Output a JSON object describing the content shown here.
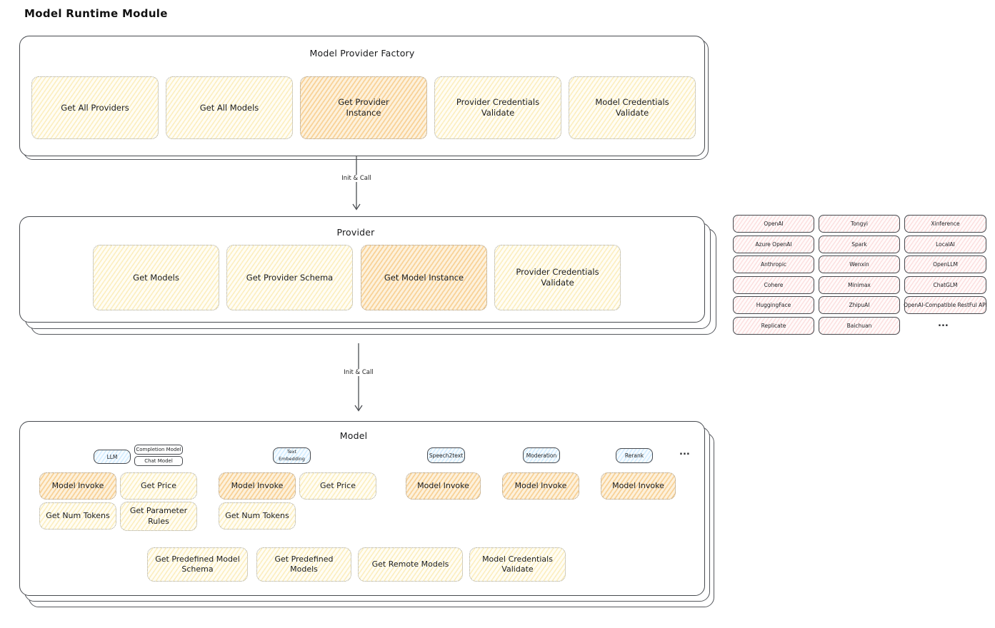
{
  "title": "Model Runtime Module",
  "palette": {
    "outline": "#46494e",
    "yellow": "#ffec99",
    "orange": "#ffc078",
    "pink": "#ffc9c9",
    "blue": "#a5d8ff"
  },
  "arrow1": {
    "label": "Init & Call"
  },
  "arrow2": {
    "label": "Init & Call"
  },
  "factory": {
    "title": "Model Provider Factory",
    "boxes": [
      {
        "label": "Get All Providers"
      },
      {
        "label": "Get All Models"
      },
      {
        "label": "Get Provider Instance",
        "highlight": true
      },
      {
        "label": "Provider Credentials Validate"
      },
      {
        "label": "Model Credentials Validate"
      }
    ]
  },
  "provider": {
    "title": "Provider",
    "boxes": [
      {
        "label": "Get Models"
      },
      {
        "label": "Get Provider Schema"
      },
      {
        "label": "Get Model Instance",
        "highlight": true
      },
      {
        "label": "Provider Credentials Validate"
      }
    ]
  },
  "providers_list": {
    "columns": [
      [
        "OpenAI",
        "Azure OpenAI",
        "Anthropic",
        "Cohere",
        "HuggingFace",
        "Replicate"
      ],
      [
        "Tongyi",
        "Spark",
        "Wenxin",
        "Minimax",
        "ZhipuAI",
        "Baichuan"
      ],
      [
        "Xinference",
        "LocalAI",
        "OpenLLM",
        "ChatGLM",
        "OpenAI-Compatible RestFul API"
      ]
    ],
    "more": "..."
  },
  "model": {
    "title": "Model",
    "more": "...",
    "groups": [
      {
        "tab": "LLM",
        "subtabs": [
          "Completion Model",
          "Chat Model"
        ],
        "ops": [
          "Model Invoke",
          "Get Price",
          "Get Num Tokens",
          "Get Parameter Rules"
        ]
      },
      {
        "tab": "Text Embedding",
        "ops": [
          "Model Invoke",
          "Get Price",
          "Get Num Tokens"
        ]
      },
      {
        "tab": "Speech2text",
        "ops": [
          "Model Invoke"
        ]
      },
      {
        "tab": "Moderation",
        "ops": [
          "Model Invoke"
        ]
      },
      {
        "tab": "Rerank",
        "ops": [
          "Model Invoke"
        ]
      }
    ],
    "bottom": [
      {
        "label": "Get Predefined Model Schema"
      },
      {
        "label": "Get Predefined Models"
      },
      {
        "label": "Get Remote Models"
      },
      {
        "label": "Model Credentials Validate"
      }
    ]
  }
}
